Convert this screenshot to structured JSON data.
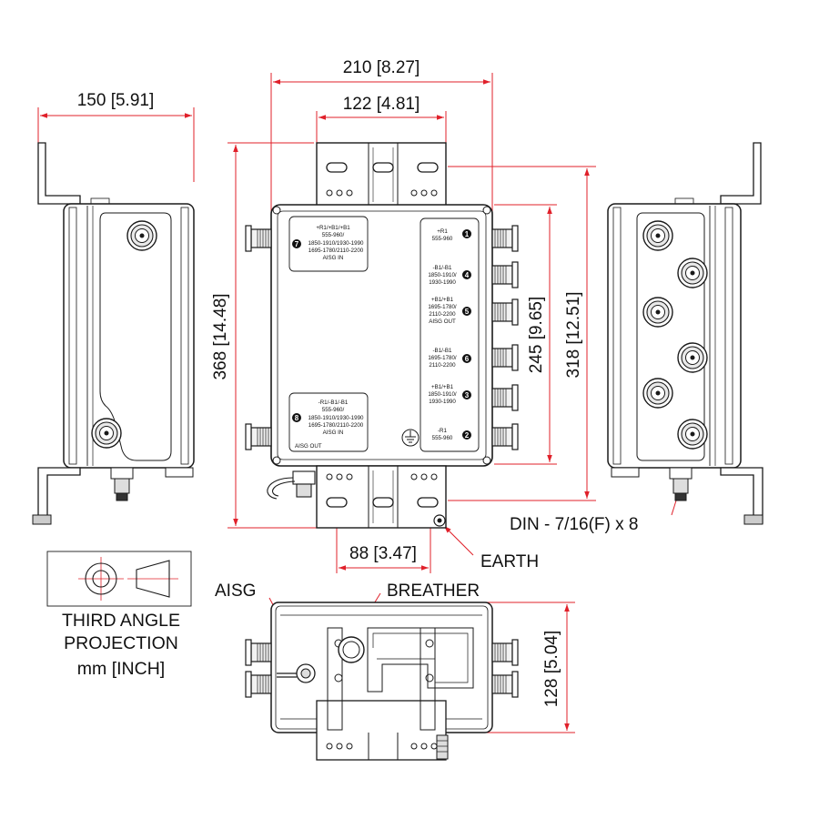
{
  "dimensions": {
    "overall_width": "210 [8.27]",
    "bracket_width": "122 [4.81]",
    "side_depth": "150 [5.91]",
    "overall_height": "368 [14.48]",
    "housing_height": "245 [9.65]",
    "bracket_span": "318 [12.51]",
    "bottom_spacing": "88 [3.47]",
    "bottom_depth": "128 [5.04]"
  },
  "callouts": {
    "connector": "DIN - 7/16(F) x 8",
    "earth": "EARTH",
    "aisg": "AISG",
    "breather": "BREATHER"
  },
  "projection": {
    "line1": "THIRD ANGLE",
    "line2": "PROJECTION",
    "units": "mm [INCH]"
  },
  "ports": {
    "p7": {
      "num": "7",
      "lines": [
        "+R1/+B1/+B1",
        "555-960/",
        "1850-1910/1930-1990",
        "1695-1780/2110-2200",
        "AISG IN"
      ]
    },
    "p8": {
      "num": "8",
      "lines": [
        "-R1/-B1/-B1",
        "555-960/",
        "1850-1910/1930-1990",
        "1695-1780/2110-2200",
        "AISG IN"
      ],
      "footer": "AISG OUT"
    },
    "p1": {
      "num": "1",
      "lines": [
        "+R1",
        "555-960"
      ]
    },
    "p4": {
      "num": "4",
      "lines": [
        "-B1/-B1",
        "1850-1910/",
        "1930-1990"
      ]
    },
    "p5": {
      "num": "5",
      "lines": [
        "+B1/+B1",
        "1695-1780/",
        "2110-2200",
        "AISG OUT"
      ]
    },
    "p6": {
      "num": "6",
      "lines": [
        "-B1/-B1",
        "1695-1780/",
        "2110-2200"
      ]
    },
    "p3": {
      "num": "3",
      "lines": [
        "+B1/+B1",
        "1850-1910/",
        "1930-1990"
      ]
    },
    "p2": {
      "num": "2",
      "lines": [
        "-R1",
        "555-960"
      ]
    }
  },
  "colors": {
    "dimension": "#e0202a",
    "outline": "#1a1a1a"
  }
}
